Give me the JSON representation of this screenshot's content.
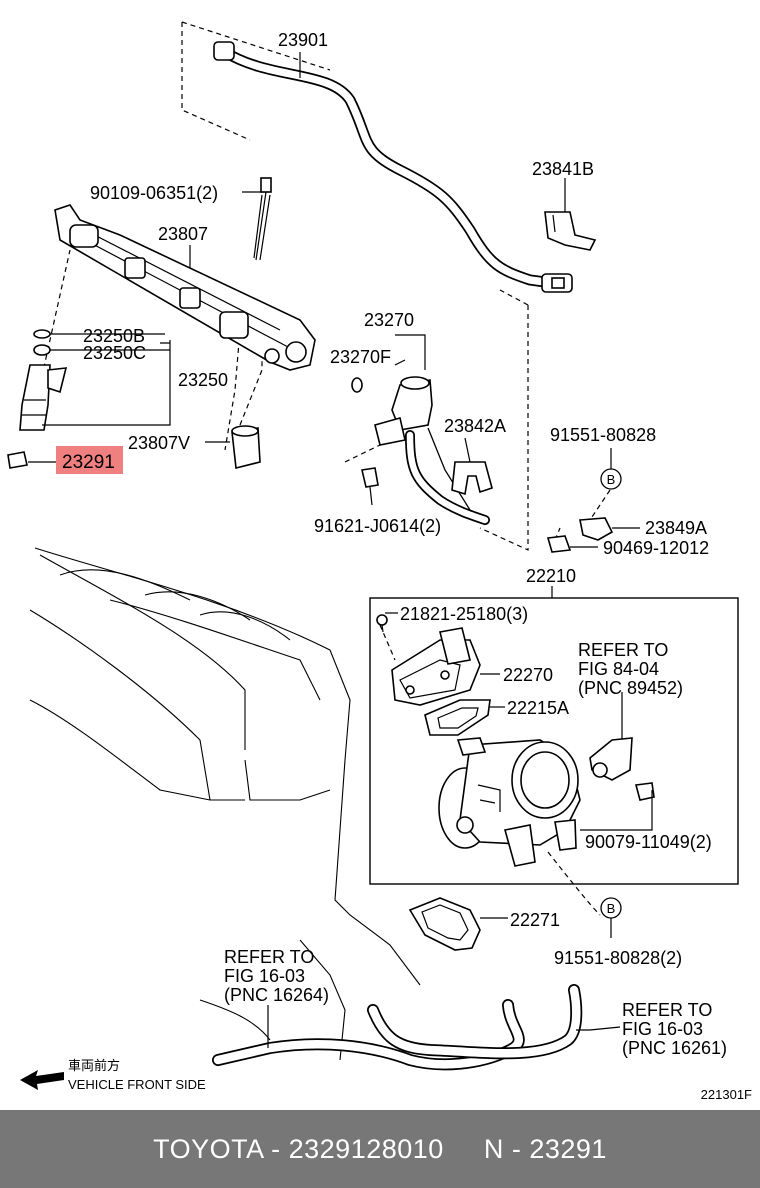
{
  "labels": {
    "p23901": "23901",
    "p23841b": "23841B",
    "p90109": "90109-06351(2)",
    "p23807": "23807",
    "p23250b": "23250B",
    "p23250c": "23250C",
    "p23250": "23250",
    "p23807v": "23807V",
    "p23291": "23291",
    "p23270": "23270",
    "p23270f": "23270F",
    "p23842a": "23842A",
    "p91621": "91621-J0614(2)",
    "p91551a": "91551-80828",
    "circle_b1": "B",
    "p23849a": "23849A",
    "p90469": "90469-12012",
    "p22210": "22210",
    "p21821": "21821-25180(3)",
    "p22270": "22270",
    "p22215a": "22215A",
    "refer1_l1": "REFER TO",
    "refer1_l2": "FIG 84-04",
    "refer1_l3": "(PNC 89452)",
    "p90079": "90079-11049(2)",
    "p22271": "22271",
    "circle_b2": "B",
    "p91551b": "91551-80828(2)",
    "refer2_l1": "REFER TO",
    "refer2_l2": "FIG 16-03",
    "refer2_l3": "(PNC 16264)",
    "refer3_l1": "REFER TO",
    "refer3_l2": "FIG 16-03",
    "refer3_l3": "(PNC 16261)",
    "front_jp": "車両前方",
    "front_en": "VEHICLE FRONT SIDE",
    "fig_code": "221301F"
  },
  "highlight_color": "#f08080",
  "footer": {
    "brand": "TOYOTA",
    "sep1": " - ",
    "part_number": "2329128010",
    "gap": "     ",
    "n_label": "N",
    "sep2": " - ",
    "pnc": "23291"
  }
}
